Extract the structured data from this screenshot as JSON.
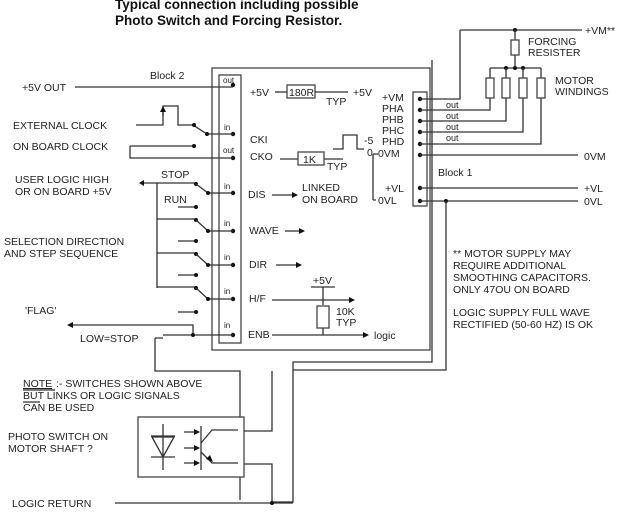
{
  "title": {
    "line1": "Typical connection including possible",
    "line2": "Photo Switch and Forcing Resistor."
  },
  "blocks": {
    "block1": "Block 1",
    "block2": "Block 2"
  },
  "left_labels": {
    "plus5v_out": "+5V OUT",
    "external_clock": "EXTERNAL CLOCK",
    "onboard_clock": "ON BOARD CLOCK",
    "user_logic_1": "USER LOGIC HIGH",
    "user_logic_2": "OR ON BOARD +5V",
    "stop": "STOP",
    "run": "RUN",
    "selection_1": "SELECTION DIRECTION",
    "selection_2": "AND STEP SEQUENCE",
    "flag": "'FLAG'",
    "low_stop": "LOW=STOP"
  },
  "connector_tags": {
    "out": "out",
    "in": "in"
  },
  "block2_pins": [
    "+5V",
    "CKI",
    "CKO",
    "DIS",
    "WAVE",
    "DIR",
    "H/F",
    "ENB"
  ],
  "internal": {
    "r180": "180R",
    "typ": "TYP",
    "plus5v": "+5V",
    "r1k": "1K",
    "minus5": "-5",
    "zero": "0",
    "linked_1": "LINKED",
    "linked_2": "ON BOARD",
    "r10k": "10K",
    "logic": "logic"
  },
  "block1_pins": [
    "+VM",
    "PHA",
    "PHB",
    "PHC",
    "PHD",
    "0VM",
    "+VL",
    "0VL"
  ],
  "right_labels": {
    "vm": "+VM**",
    "forcing_1": "FORCING",
    "forcing_2": "RESISTER",
    "motor_1": "MOTOR",
    "motor_2": "WINDINGS",
    "ovm": "0VM",
    "vl": "+VL",
    "ovl": "0VL"
  },
  "notes": {
    "motor_1": "** MOTOR SUPPLY MAY",
    "motor_2": "REQUIRE ADDITIONAL",
    "motor_3": "SMOOTHING CAPACITORS.",
    "motor_4": "ONLY 47OU ON BOARD",
    "logic_1": "LOGIC SUPPLY FULL WAVE",
    "logic_2": "RECTIFIED (50-60 HZ) IS OK",
    "switch_note_prefix": "NOTE",
    "switch_note_1": ":- SWITCHES SHOWN ABOVE",
    "switch_note_2": "BUT LINKS OR LOGIC SIGNALS",
    "switch_note_3": "CAN BE USED"
  },
  "photo_switch": {
    "label_1": "PHOTO SWITCH ON",
    "label_2": "MOTOR SHAFT ?"
  },
  "logic_return": "LOGIC RETURN"
}
